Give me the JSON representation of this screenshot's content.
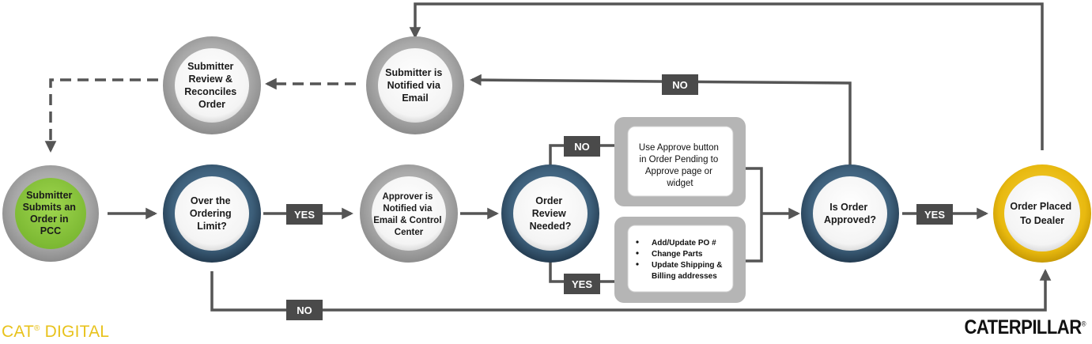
{
  "nodes": {
    "submitter_submits": [
      "Submitter",
      "Submits an",
      "Order in",
      "PCC"
    ],
    "over_limit": [
      "Over the",
      "Ordering",
      "Limit?"
    ],
    "approver_notified": [
      "Approver is",
      "Notified via",
      "Email & Control",
      "Center"
    ],
    "order_review": [
      "Order",
      "Review",
      "Needed?"
    ],
    "is_order_approved": [
      "Is Order",
      "Approved?"
    ],
    "order_placed": [
      "Order Placed",
      "To Dealer"
    ],
    "submitter_notified": [
      "Submitter is",
      "Notified via",
      "Email"
    ],
    "submitter_review": [
      "Submitter",
      "Review &",
      "Reconciles",
      "Order"
    ]
  },
  "boxes": {
    "approve_button": [
      "Use Approve button",
      "in Order Pending to",
      "Approve page or",
      "widget"
    ],
    "edit_order": [
      "Add/Update PO #",
      "Change Parts",
      "Update Shipping &",
      "Billing addresses"
    ]
  },
  "labels": {
    "yes_limit": "YES",
    "no_limit": "NO",
    "no_review": "NO",
    "yes_review": "YES",
    "yes_approved": "YES",
    "no_approved": "NO"
  },
  "footer": {
    "brand_left": "CAT",
    "brand_left_mark": "®",
    "brand_left_suffix": " DIGITAL",
    "brand_right": "CATERPILLAR",
    "brand_right_mark": "®"
  },
  "colors": {
    "arrow": "#555555",
    "label_bg": "#4a4a4a",
    "ring_gray": "#a9a9a9",
    "ring_blue": "#3d5f7a",
    "fill_green": "#8cc63f",
    "ring_gold": "#e8b90f",
    "box_gray": "#b5b5b5",
    "cat_digital": "#e8c21c"
  }
}
